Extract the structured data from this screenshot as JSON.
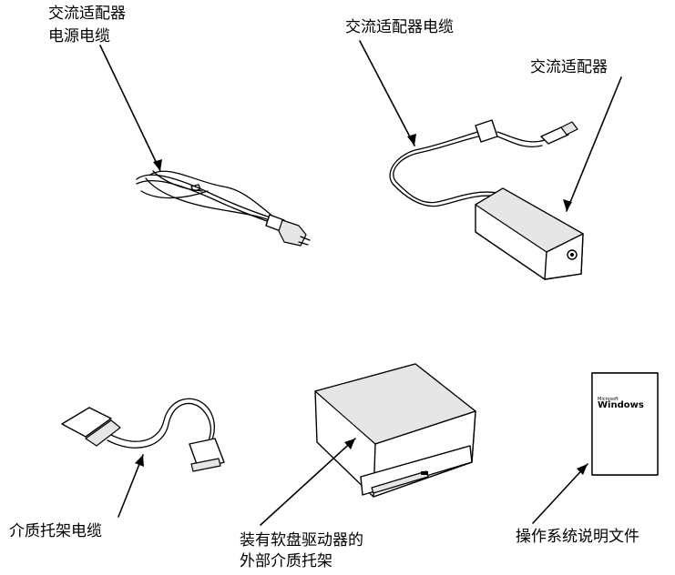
{
  "labels": {
    "ac_power_cable_line1": "交流适配器",
    "ac_power_cable_line2": "电源电缆",
    "ac_adapter_cable": "交流适配器电缆",
    "ac_adapter": "交流适配器",
    "media_bay_cable": "介质托架电缆",
    "external_media_bay_line1": "装有软盘驱动器的",
    "external_media_bay_line2": "外部介质托架",
    "os_documentation": "操作系统说明文件"
  },
  "windows_book": {
    "brand_small": "Microsoft",
    "brand_large": "Windows"
  }
}
